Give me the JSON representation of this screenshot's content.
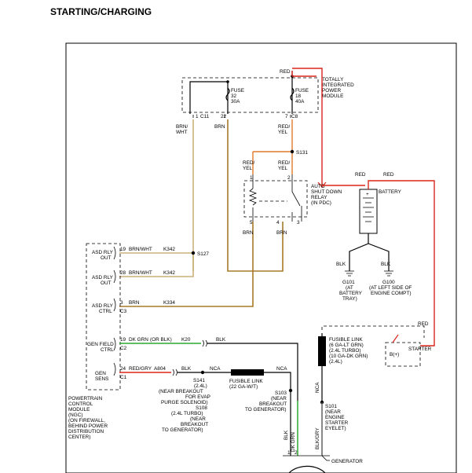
{
  "page_title": "STARTING/CHARGING",
  "tipm": {
    "label_lines": [
      "TOTALLY",
      "INTEGRATED",
      "POWER",
      "MODULE"
    ],
    "fuse32_lines": [
      "FUSE",
      "32",
      "30A"
    ],
    "fuse18_lines": [
      "FUSE",
      "18",
      "40A"
    ],
    "pins": [
      "1",
      "C11",
      "22",
      "7",
      "C8"
    ]
  },
  "wire_labels": {
    "red_top": "RED",
    "brn_wht_top": [
      "BRN/",
      "WHT"
    ],
    "brn_top": "BRN",
    "red_yel_top": [
      "RED/",
      "YEL"
    ],
    "s131": "S131",
    "red_yel_left": [
      "RED/",
      "YEL"
    ],
    "red_yel_right": [
      "RED/",
      "YEL"
    ],
    "relay_pin1": "1",
    "relay_pin2": "2",
    "relay_pin5": "5",
    "relay_pin4": "4",
    "relay_pin3": "3",
    "brn_relay_left": "BRN",
    "brn_relay_right": "BRN",
    "red_battery_left": "RED",
    "red_battery_right": "RED",
    "red_starter": "RED",
    "blk_g101": "BLK",
    "blk_g100": "BLK",
    "fusible_link_right_lines": [
      "FUSIBLE LINK",
      "(6 GA-LT GRN)",
      "(2.4L TURBO)",
      "(10 GA-DK GRN)",
      "(2.4L)"
    ],
    "nca_vertical": "NCA",
    "blk_gry_vertical": "BLK/GRY",
    "dk_grn_vertical": "DK GRN",
    "blk_vertical": "BLK",
    "gen_pin1": "1",
    "gen_pin2": "2"
  },
  "relay": {
    "label_lines": [
      "AUTO",
      "SHUT DOWN",
      "RELAY",
      "(IN PDC)"
    ]
  },
  "battery": {
    "label": "BATTERY",
    "plus": "+"
  },
  "grounds": {
    "g101_lines": [
      "G101",
      "(AT",
      "BATTERY",
      "TRAY)"
    ],
    "g100_lines": [
      "G100",
      "(AT LEFT SIDE OF",
      "ENGINE COMPT)"
    ]
  },
  "starter": {
    "label": "STARTER",
    "terminal": "B(+)"
  },
  "pcm": {
    "rows": [
      {
        "name_lines": [
          "ASD RLY",
          "OUT"
        ],
        "pin": "19",
        "conn": "",
        "color": "BRN/WHT",
        "circuit": "K342"
      },
      {
        "name_lines": [
          "ASD RLY",
          "OUT"
        ],
        "pin": "28",
        "conn": "",
        "color": "BRN/WHT",
        "circuit": "K342"
      },
      {
        "name_lines": [
          "ASD RLY",
          "CTRL"
        ],
        "pin": "3",
        "conn": "C3",
        "color": "BRN",
        "circuit": "K334"
      },
      {
        "name_lines": [
          "GEN FIELD",
          "CTRL"
        ],
        "pin": "19",
        "conn": "C2",
        "color": "DK GRN",
        "circuit": "K20"
      },
      {
        "name_lines": [
          "GEN",
          "SENS"
        ],
        "pin": "24",
        "conn": "C1",
        "color": "RED/GRY",
        "circuit": "A804"
      }
    ],
    "s127": "S127",
    "or_blk": "(OR BLK)",
    "blk_gen_field": "BLK",
    "blk_gen_sens": "BLK",
    "nca_left": "NCA",
    "nca_right": "NCA",
    "desc_lines": [
      "POWERTRAIN",
      "CONTROL",
      "MODULE",
      "(NGC)",
      "(ON FIREWALL,",
      "BEHIND POWER",
      "DISTRIBUTION",
      "CENTER)"
    ]
  },
  "splices": {
    "s141_lines": [
      "S141",
      "(2.4L)",
      "(NEAR BREAKOUT",
      "FOR EVAP",
      "PURGE SOLENOID)",
      "S108",
      "(2.4L TURBO)",
      "(NEAR",
      "BREAKOUT",
      "TO GENERATOR)"
    ],
    "s103_lines": [
      "S103",
      "(NEAR",
      "BREAKOUT",
      "TO GENERATOR)"
    ],
    "s101_lines": [
      "S101",
      "(NEAR",
      "ENGINE",
      "STARTER",
      "EYELET)"
    ]
  },
  "fusible_link_center_lines": [
    "FUSIBLE LINK",
    "(22 GA-W/T)"
  ],
  "generator": {
    "label": "GENERATOR"
  }
}
